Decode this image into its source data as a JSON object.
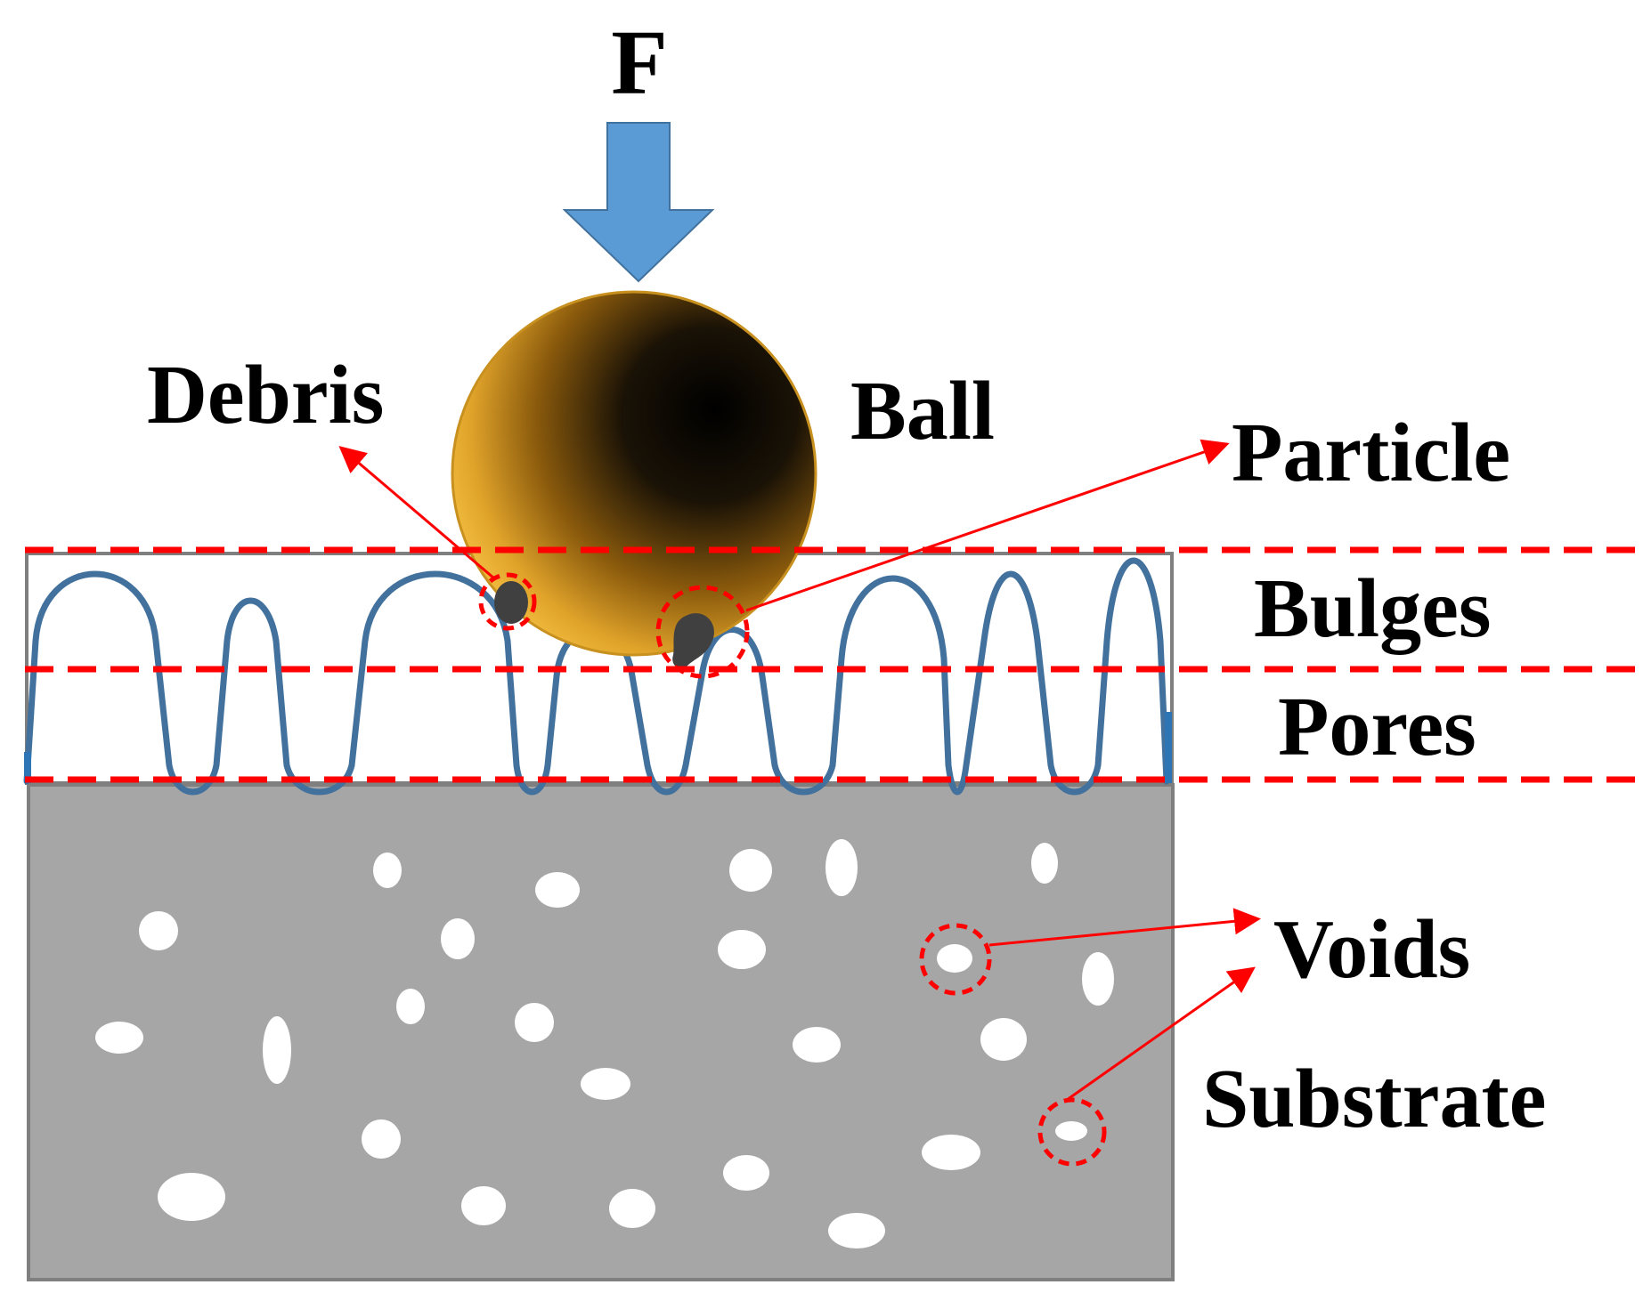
{
  "labels": {
    "force": "F",
    "debris": "Debris",
    "ball": "Ball",
    "particle": "Particle",
    "bulges": "Bulges",
    "pores": "Pores",
    "voids": "Voids",
    "substrate": "Substrate"
  },
  "colors": {
    "force_arrow": "#5b9bd5",
    "annotation": "#ff0000",
    "wave_line": "#41719c",
    "substrate_fill": "#a6a6a6",
    "substrate_border": "#7f7f7f",
    "ball_gold": "#f2b632",
    "particle_fill": "#404040",
    "void_fill": "#ffffff"
  }
}
